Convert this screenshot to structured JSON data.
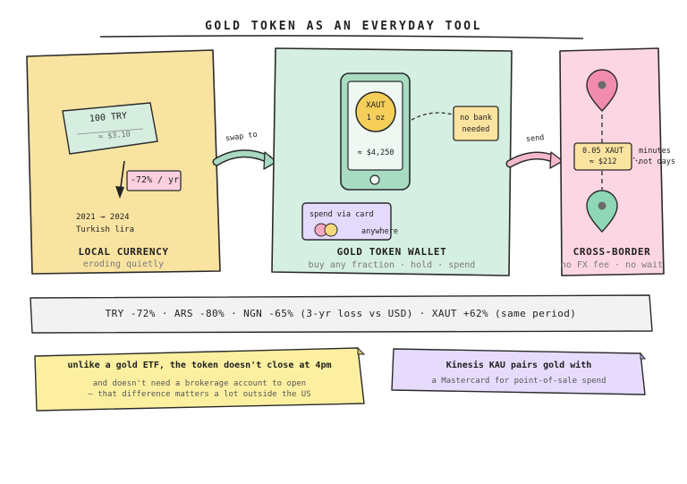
{
  "title": "GOLD TOKEN AS AN EVERYDAY TOOL",
  "local": {
    "note_amount": "100 TRY",
    "note_value": "≈ $3.10",
    "drop_badge": "-72% / yr",
    "period": "2021 → 2024",
    "currency_name": "Turkish lira",
    "title": "LOCAL CURRENCY",
    "subtitle": "eroding quietly"
  },
  "arrows": {
    "swap_label": "swap to",
    "send_label": "send"
  },
  "wallet": {
    "coin_symbol": "XAUT",
    "coin_amount": "1 oz",
    "coin_value": "≈ $4,250",
    "no_bank_line1": "no bank",
    "no_bank_line2": "needed",
    "card_label": "spend via card",
    "card_anywhere": "anywhere",
    "title": "GOLD TOKEN WALLET",
    "subtitle": "buy any fraction · hold · spend"
  },
  "cross": {
    "amount": "0.05 XAUT",
    "amount_value": "≈ $212",
    "minutes": "minutes",
    "not_days": "not days",
    "title": "CROSS-BORDER",
    "subtitle": "no FX fee · no wait"
  },
  "strip": {
    "text": "TRY -72% · ARS -80% · NGN -65% (3-yr loss vs USD) · XAUT +62% (same period)"
  },
  "callouts": {
    "etf_title": "unlike a gold ETF, the token doesn't close at 4pm",
    "etf_line1": "and doesn't need a brokerage account to open",
    "etf_line2": "— that difference matters a lot outside the US",
    "kau_title": "Kinesis KAU pairs gold with",
    "kau_line1": "a Mastercard for point-of-sale spend"
  },
  "colors": {
    "local_fill": "#f9e3a1",
    "wallet_fill": "#d5efe2",
    "cross_fill": "#fdd6e3",
    "coin_gold": "#f6cf5a",
    "phone_screen": "#eef7f1",
    "phone_body": "#a8dcc2",
    "card_fill": "#e4dafb",
    "pin_pink": "#f28cad",
    "pin_green": "#8ed7b6",
    "strip_fill": "#f2f2f2",
    "callout_yellow": "#fcf0a0",
    "callout_purple": "#e6dbfc",
    "badge_pink": "#fbd0de"
  }
}
